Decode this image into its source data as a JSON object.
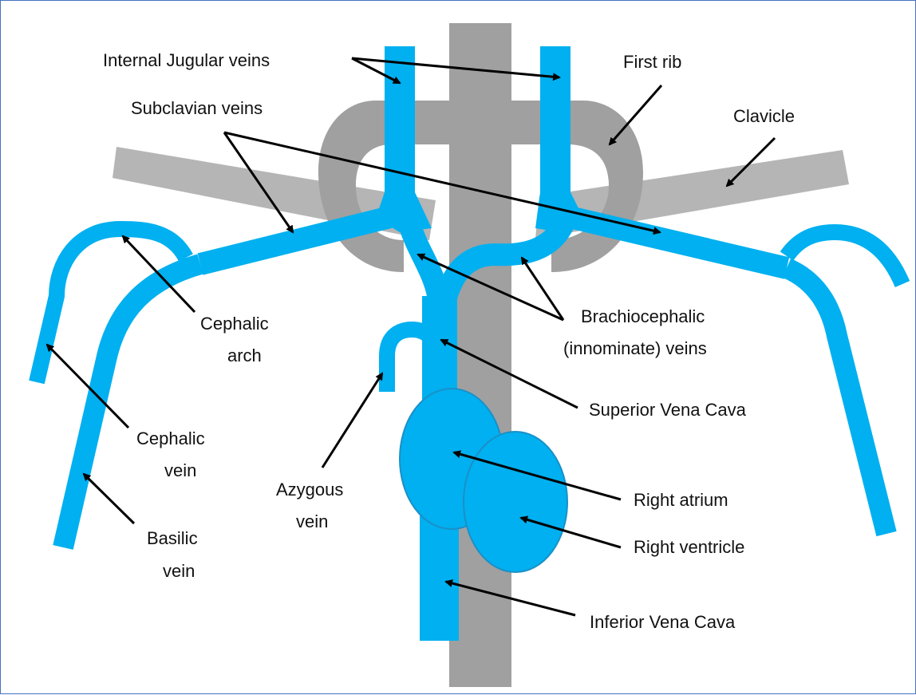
{
  "labels": {
    "internal_jugular": "Internal Jugular veins",
    "first_rib": "First rib",
    "subclavian": "Subclavian veins",
    "clavicle": "Clavicle",
    "cephalic_arch_1": "Cephalic",
    "cephalic_arch_2": "arch",
    "brachiocephalic_1": "Brachiocephalic",
    "brachiocephalic_2": "(innominate) veins",
    "svc": "Superior Vena Cava",
    "cephalic_vein_1": "Cephalic",
    "cephalic_vein_2": "vein",
    "azygous_1": "Azygous",
    "azygous_2": "vein",
    "right_atrium": "Right atrium",
    "right_ventricle": "Right ventricle",
    "basilic_1": "Basilic",
    "basilic_2": "vein",
    "ivc": "Inferior Vena Cava"
  },
  "colors": {
    "vein": "#00b0f0",
    "bone_light": "#b5b5b5",
    "bone_dark": "#a0a0a0",
    "frame": "#4472c4"
  }
}
